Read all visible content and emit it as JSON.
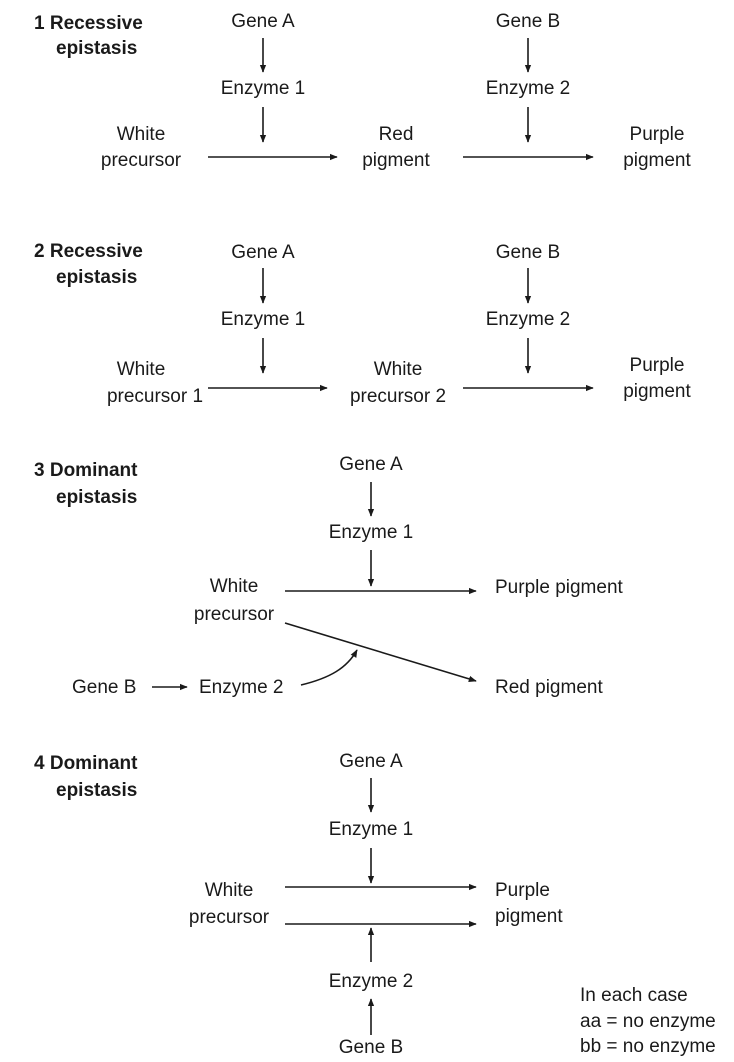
{
  "panels": [
    {
      "title_line1": "1 Recessive",
      "title_line2": "epistasis",
      "gene_a": "Gene A",
      "enzyme_1": "Enzyme 1",
      "gene_b": "Gene B",
      "enzyme_2": "Enzyme 2",
      "start_line1": "White",
      "start_line2": "precursor",
      "middle_line1": "Red",
      "middle_line2": "pigment",
      "end_line1": "Purple",
      "end_line2": "pigment"
    },
    {
      "title_line1": "2 Recessive",
      "title_line2": "epistasis",
      "gene_a": "Gene A",
      "enzyme_1": "Enzyme 1",
      "gene_b": "Gene B",
      "enzyme_2": "Enzyme 2",
      "start_line1": "White",
      "start_line2": "precursor 1",
      "middle_line1": "White",
      "middle_line2": "precursor 2",
      "end_line1": "Purple",
      "end_line2": "pigment"
    },
    {
      "title_line1": "3 Dominant",
      "title_line2": "epistasis",
      "gene_a": "Gene A",
      "enzyme_1": "Enzyme 1",
      "start_line1": "White",
      "start_line2": "precursor",
      "product_1": "Purple pigment",
      "gene_b": "Gene B",
      "enzyme_2": "Enzyme 2",
      "product_2": "Red pigment"
    },
    {
      "title_line1": "4 Dominant",
      "title_line2": "epistasis",
      "gene_a": "Gene A",
      "enzyme_1": "Enzyme 1",
      "start_line1": "White",
      "start_line2": "precursor",
      "product_line1": "Purple",
      "product_line2": "pigment",
      "enzyme_2": "Enzyme 2",
      "gene_b": "Gene B"
    }
  ],
  "note": {
    "line1": "In each case",
    "line2": "aa = no enzyme",
    "line3": "bb = no enzyme"
  }
}
